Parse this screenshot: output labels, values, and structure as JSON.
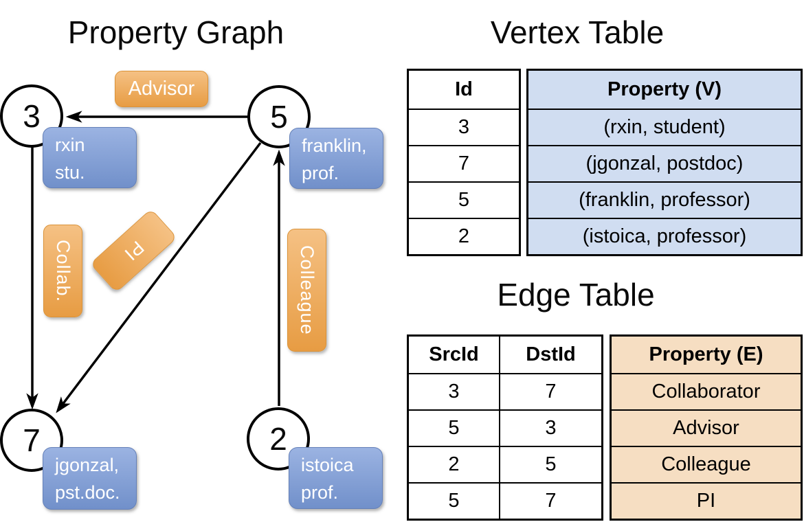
{
  "graph": {
    "title": "Property Graph",
    "nodes": [
      {
        "id": "3",
        "prop_line1": "rxin",
        "prop_line2": "stu."
      },
      {
        "id": "5",
        "prop_line1": "franklin,",
        "prop_line2": "prof."
      },
      {
        "id": "7",
        "prop_line1": "jgonzal,",
        "prop_line2": "pst.doc."
      },
      {
        "id": "2",
        "prop_line1": "istoica",
        "prop_line2": "prof."
      }
    ],
    "edge_labels": {
      "advisor": "Advisor",
      "collab": "Collab.",
      "pi": "PI",
      "colleague": "Colleague"
    }
  },
  "vertex_table": {
    "title": "Vertex Table",
    "id_header": "Id",
    "property_header": "Property (V)",
    "rows": [
      {
        "id": "3",
        "property": "(rxin, student)"
      },
      {
        "id": "7",
        "property": "(jgonzal, postdoc)"
      },
      {
        "id": "5",
        "property": "(franklin, professor)"
      },
      {
        "id": "2",
        "property": "(istoica, professor)"
      }
    ]
  },
  "edge_table": {
    "title": "Edge Table",
    "src_header": "SrcId",
    "dst_header": "DstId",
    "property_header": "Property (E)",
    "rows": [
      {
        "src": "3",
        "dst": "7",
        "property": "Collaborator"
      },
      {
        "src": "5",
        "dst": "3",
        "property": "Advisor"
      },
      {
        "src": "2",
        "dst": "5",
        "property": "Colleague"
      },
      {
        "src": "5",
        "dst": "7",
        "property": "PI"
      }
    ]
  },
  "colors": {
    "edge_label_orange": "#eda757",
    "vertex_box_blue": "#87a3d8",
    "vertex_cell_bg": "#d0ddf1",
    "edge_cell_bg": "#f6dec2",
    "line_black": "#000000"
  }
}
